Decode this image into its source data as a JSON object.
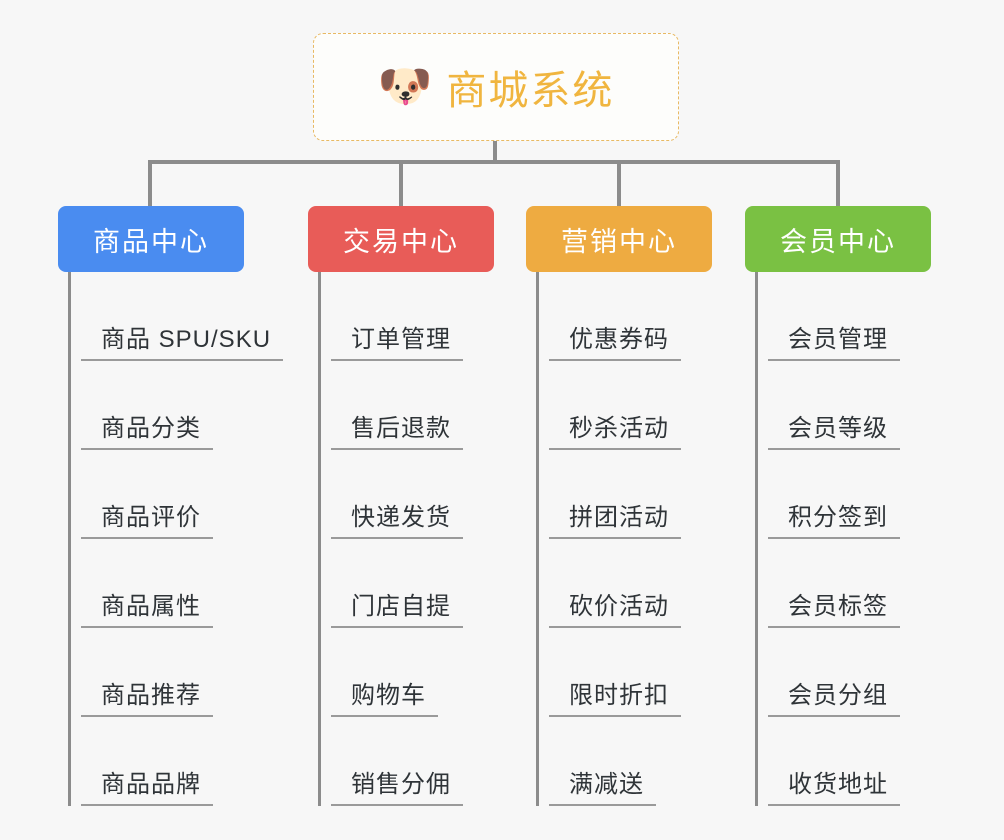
{
  "diagram": {
    "type": "mind-map",
    "background_color": "#f7f7f7",
    "root": {
      "emoji": "dog-face-icon",
      "emoji_glyph": "🐶",
      "title": "商城系统",
      "text_color": "#f0b53f",
      "border_color": "#e8b963",
      "border_style": "dashed"
    },
    "connector_color": "#8c8c8c",
    "branches": [
      {
        "label": "商品中心",
        "color": "#4a8cf0",
        "items": [
          "商品 SPU/SKU",
          "商品分类",
          "商品评价",
          "商品属性",
          "商品推荐",
          "商品品牌"
        ]
      },
      {
        "label": "交易中心",
        "color": "#e85c58",
        "items": [
          "订单管理",
          "售后退款",
          "快递发货",
          "门店自提",
          "购物车",
          "销售分佣"
        ]
      },
      {
        "label": "营销中心",
        "color": "#eeab41",
        "items": [
          "优惠券码",
          "秒杀活动",
          "拼团活动",
          "砍价活动",
          "限时折扣",
          "满减送"
        ]
      },
      {
        "label": "会员中心",
        "color": "#7ac143",
        "items": [
          "会员管理",
          "会员等级",
          "积分签到",
          "会员标签",
          "会员分组",
          "收货地址"
        ]
      }
    ]
  }
}
